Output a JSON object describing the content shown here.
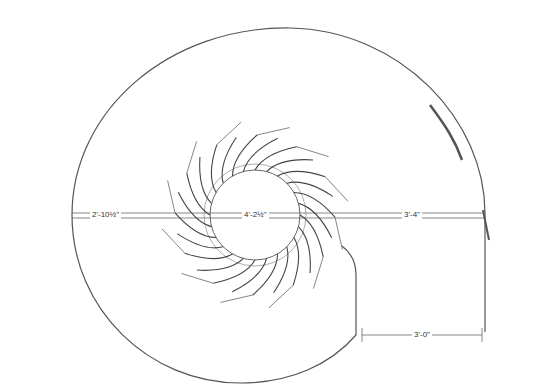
{
  "diagram": {
    "labels": [
      "2'-10½\"",
      "4'-2½\"",
      "3'-4\"",
      "3'-0\""
    ]
  }
}
